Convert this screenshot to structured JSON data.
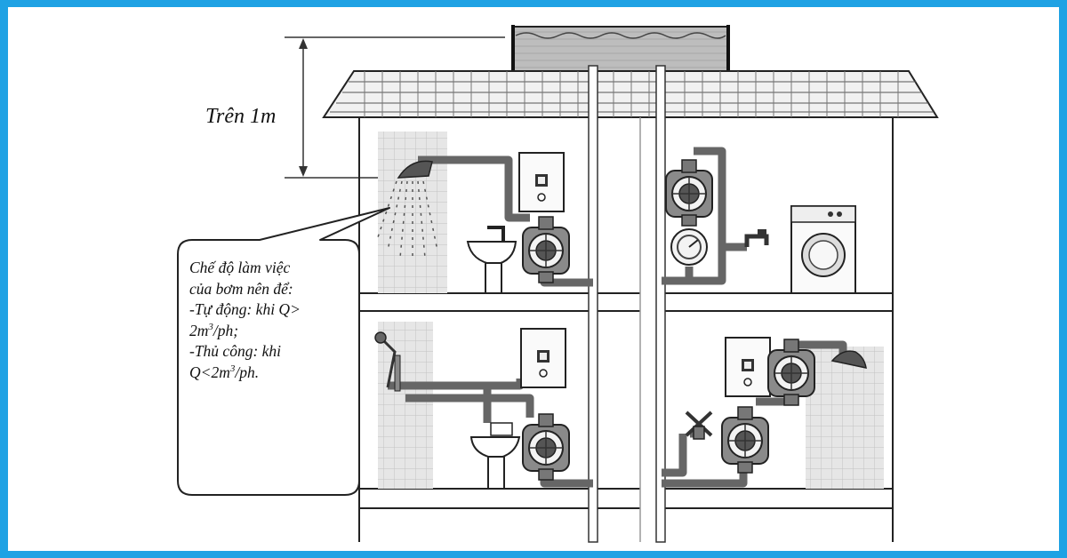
{
  "height_label": "Trên 1m",
  "callout": {
    "line1": "Chế độ làm việc",
    "line2": "của bơm nên để:",
    "line3": "-Tự động: khi Q>",
    "line4_base": "2m",
    "line4_sup": "3",
    "line4_rest": "/ph;",
    "line5": "-Thủ công: khi",
    "line6_base": "Q<2m",
    "line6_sup": "3",
    "line6_rest": "/ph."
  },
  "colors": {
    "border": "#1fa2e4",
    "background": "#ffffff",
    "tile": "#e4e4e4",
    "pipe": "#6e6e6e",
    "tank_water": "#b8b8b8",
    "line": "#333333"
  },
  "icons": [
    "water-tank-icon",
    "roof-tiles-icon",
    "shower-head-icon",
    "water-heater-icon",
    "water-pump-icon",
    "washbasin-icon",
    "washing-machine-icon",
    "faucet-icon",
    "pressure-gauge-icon",
    "valve-icon"
  ]
}
